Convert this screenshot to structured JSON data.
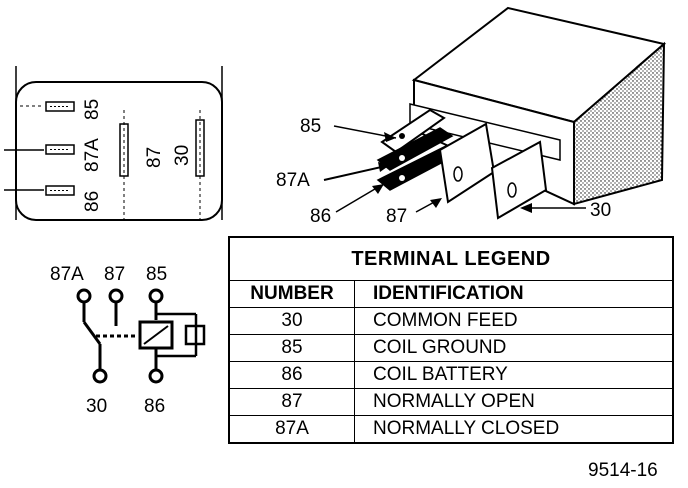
{
  "socket_view": {
    "labels": [
      "85",
      "87A",
      "86",
      "87",
      "30"
    ]
  },
  "relay_3d": {
    "callouts": [
      "85",
      "87A",
      "86",
      "87",
      "30"
    ]
  },
  "schematic": {
    "top_labels": [
      "87A",
      "87",
      "85"
    ],
    "bottom_labels": [
      "30",
      "86"
    ]
  },
  "legend": {
    "title": "TERMINAL LEGEND",
    "headers": [
      "NUMBER",
      "IDENTIFICATION"
    ],
    "rows": [
      {
        "number": "30",
        "identification": "COMMON FEED"
      },
      {
        "number": "85",
        "identification": "COIL GROUND"
      },
      {
        "number": "86",
        "identification": "COIL BATTERY"
      },
      {
        "number": "87",
        "identification": "NORMALLY OPEN"
      },
      {
        "number": "87A",
        "identification": "NORMALLY CLOSED"
      }
    ]
  },
  "figure_id": "9514-16"
}
